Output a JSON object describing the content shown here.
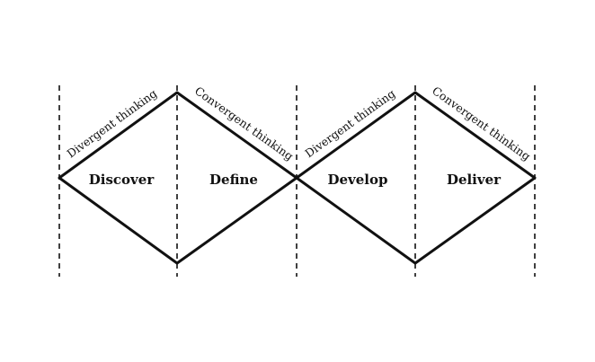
{
  "phases": [
    {
      "label": "Discover"
    },
    {
      "label": "Define"
    },
    {
      "label": "Develop"
    },
    {
      "label": "Deliver"
    }
  ],
  "edge_labels": [
    {
      "label": "Divergent thinking"
    },
    {
      "label": "Convergent thinking"
    },
    {
      "label": "Divergent thinking"
    },
    {
      "label": "Convergent thinking"
    }
  ]
}
